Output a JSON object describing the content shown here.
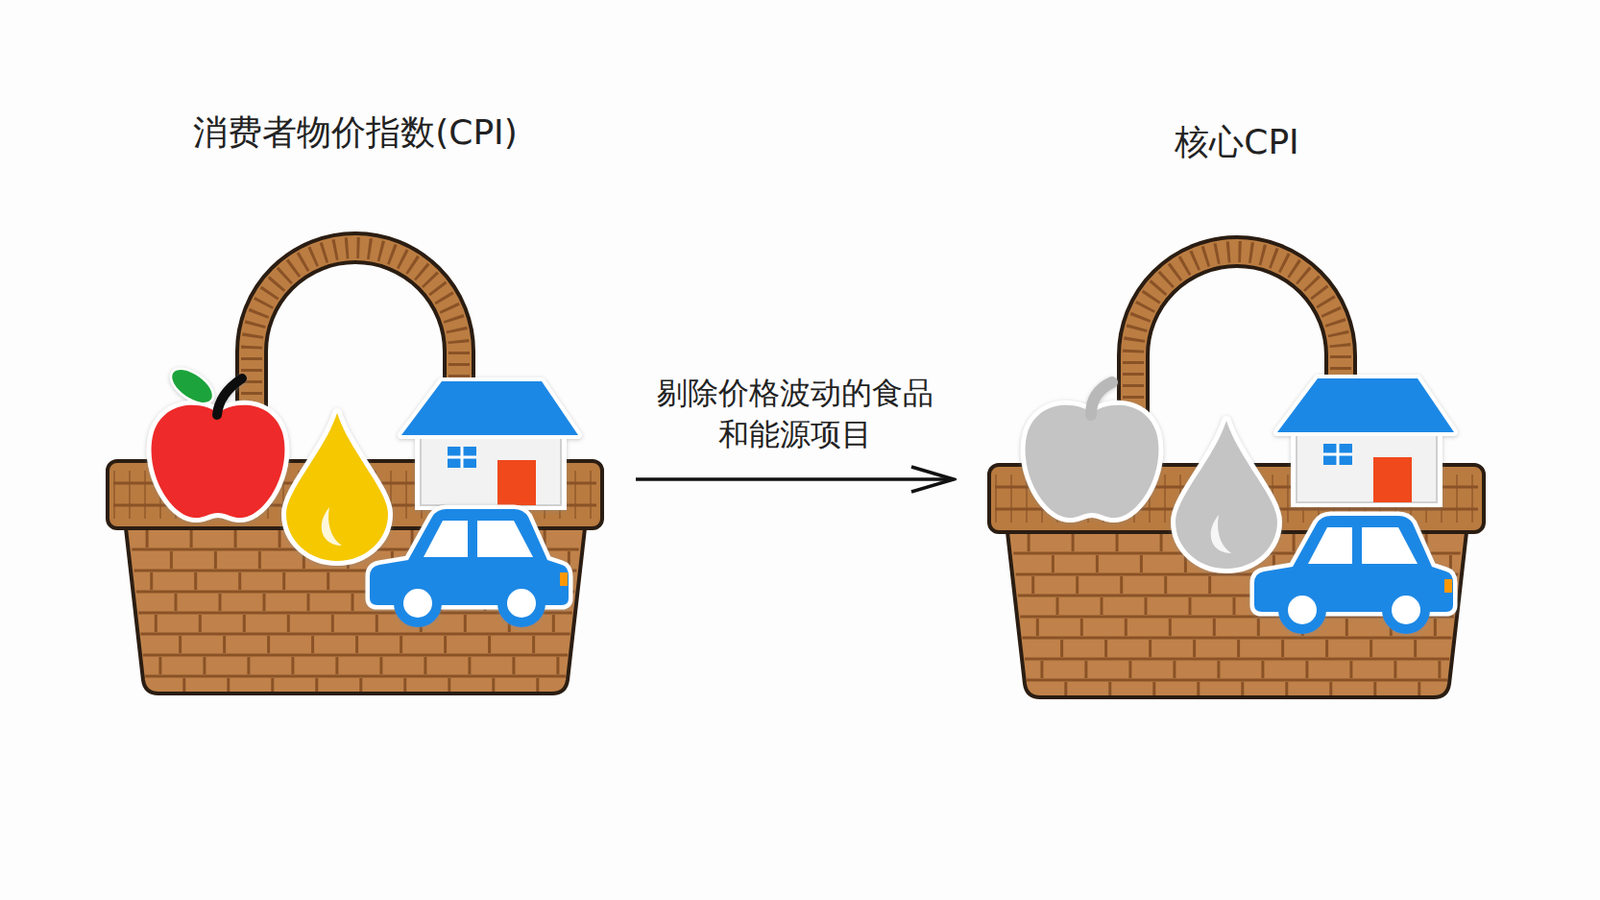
{
  "diagram": {
    "nodes": [
      {
        "text": [
          "消费者物价指数(CPI)"
        ]
      },
      {
        "text": [
          "核心CPI"
        ]
      }
    ],
    "edges": [
      {
        "from": 0,
        "to": 1,
        "arrow": "to",
        "label": "剔除价格波动的食品 和能源项目"
      }
    ]
  }
}
